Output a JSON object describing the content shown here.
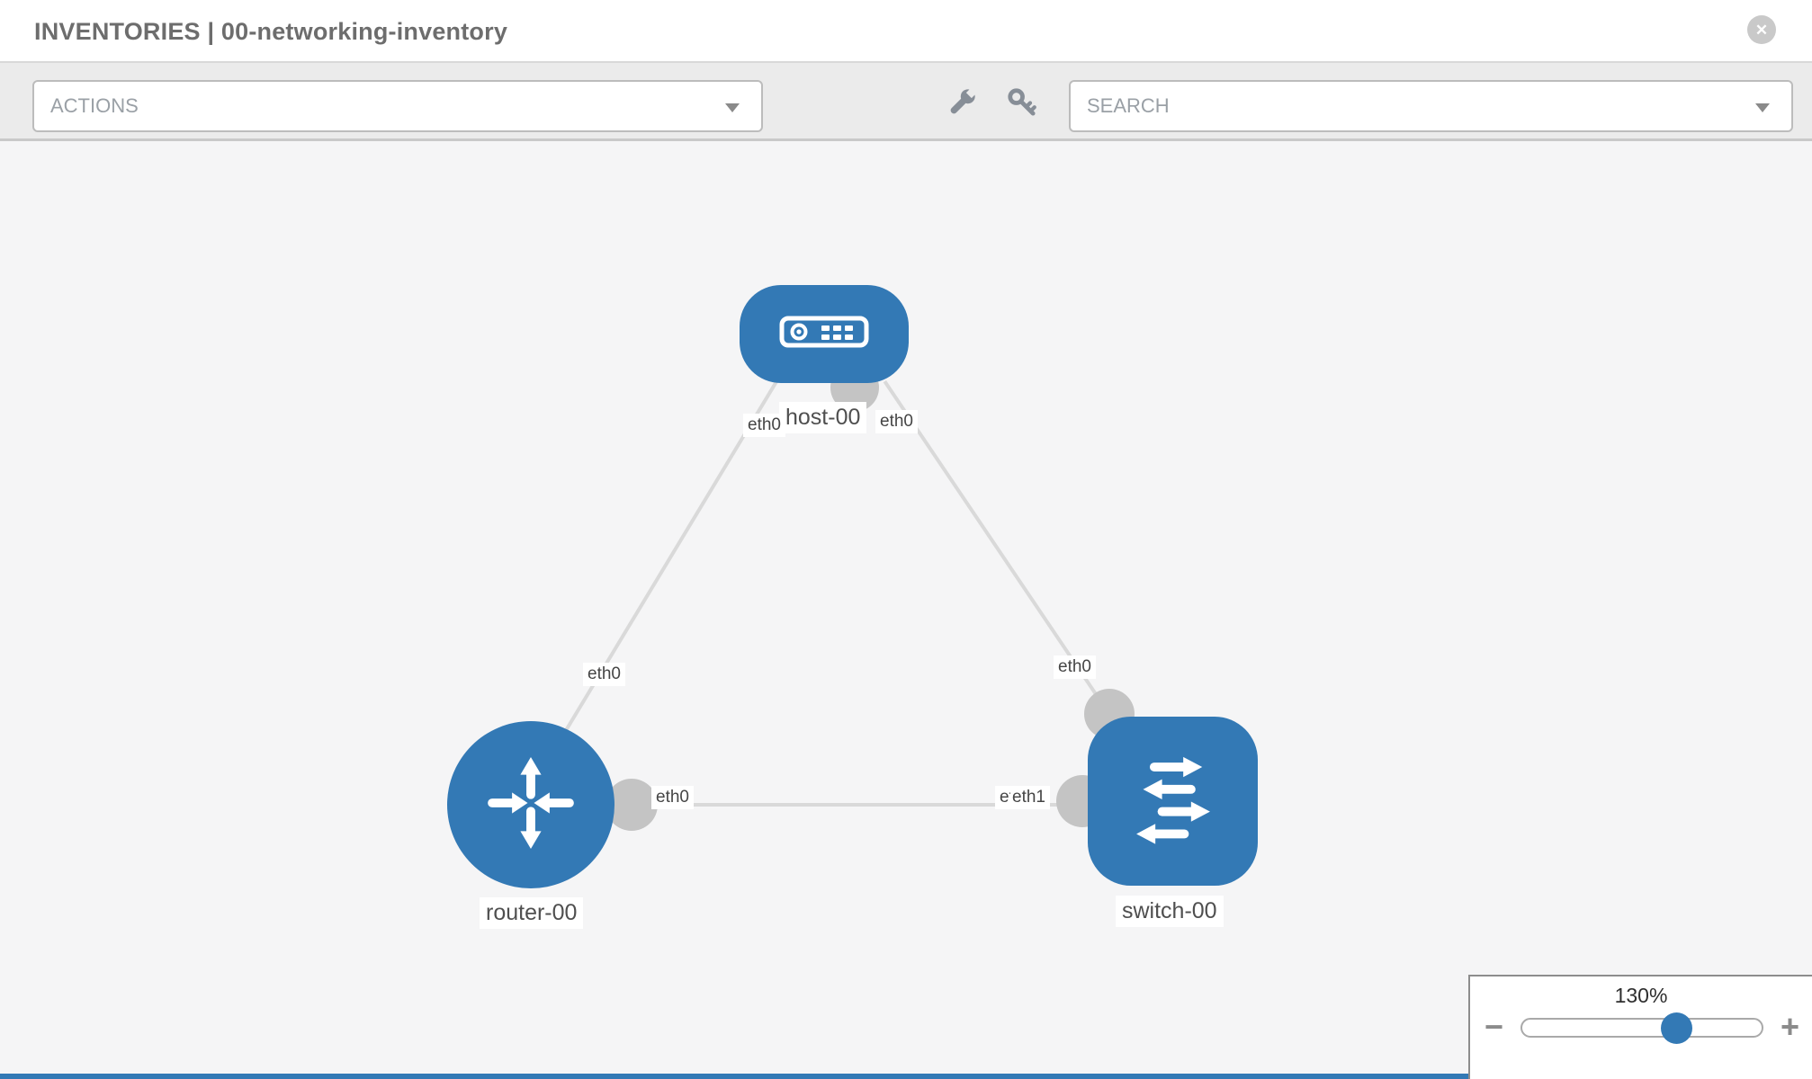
{
  "header": {
    "title": "INVENTORIES | 00-networking-inventory",
    "close_glyph": "✕"
  },
  "toolbar": {
    "actions": {
      "label": "ACTIONS"
    },
    "search": {
      "placeholder": "SEARCH"
    },
    "icons": [
      "wrench-icon",
      "key-icon"
    ]
  },
  "canvas": {
    "nodes": [
      {
        "id": "host-00",
        "type": "host",
        "label": "host-00"
      },
      {
        "id": "router-00",
        "type": "router",
        "label": "router-00"
      },
      {
        "id": "switch-00",
        "type": "switch",
        "label": "switch-00"
      }
    ],
    "links": [
      {
        "from": "host-00",
        "to": "router-00",
        "from_if": "eth0",
        "to_if": "eth0"
      },
      {
        "from": "host-00",
        "to": "switch-00",
        "from_if": "eth0",
        "to_if": "eth0"
      },
      {
        "from": "router-00",
        "to": "switch-00",
        "from_if": "eth0",
        "to_if": "eth1",
        "to_if_overlapped": "eth0"
      }
    ]
  },
  "zoom": {
    "level": "130%",
    "minus": "−",
    "plus": "+"
  },
  "colors": {
    "node_blue": "#3379b5",
    "link_gray": "#d9d9d9",
    "interface_dot_gray": "#c4c4c4",
    "toolbar_gray": "#ebebeb",
    "canvas_gray": "#f5f5f6"
  }
}
